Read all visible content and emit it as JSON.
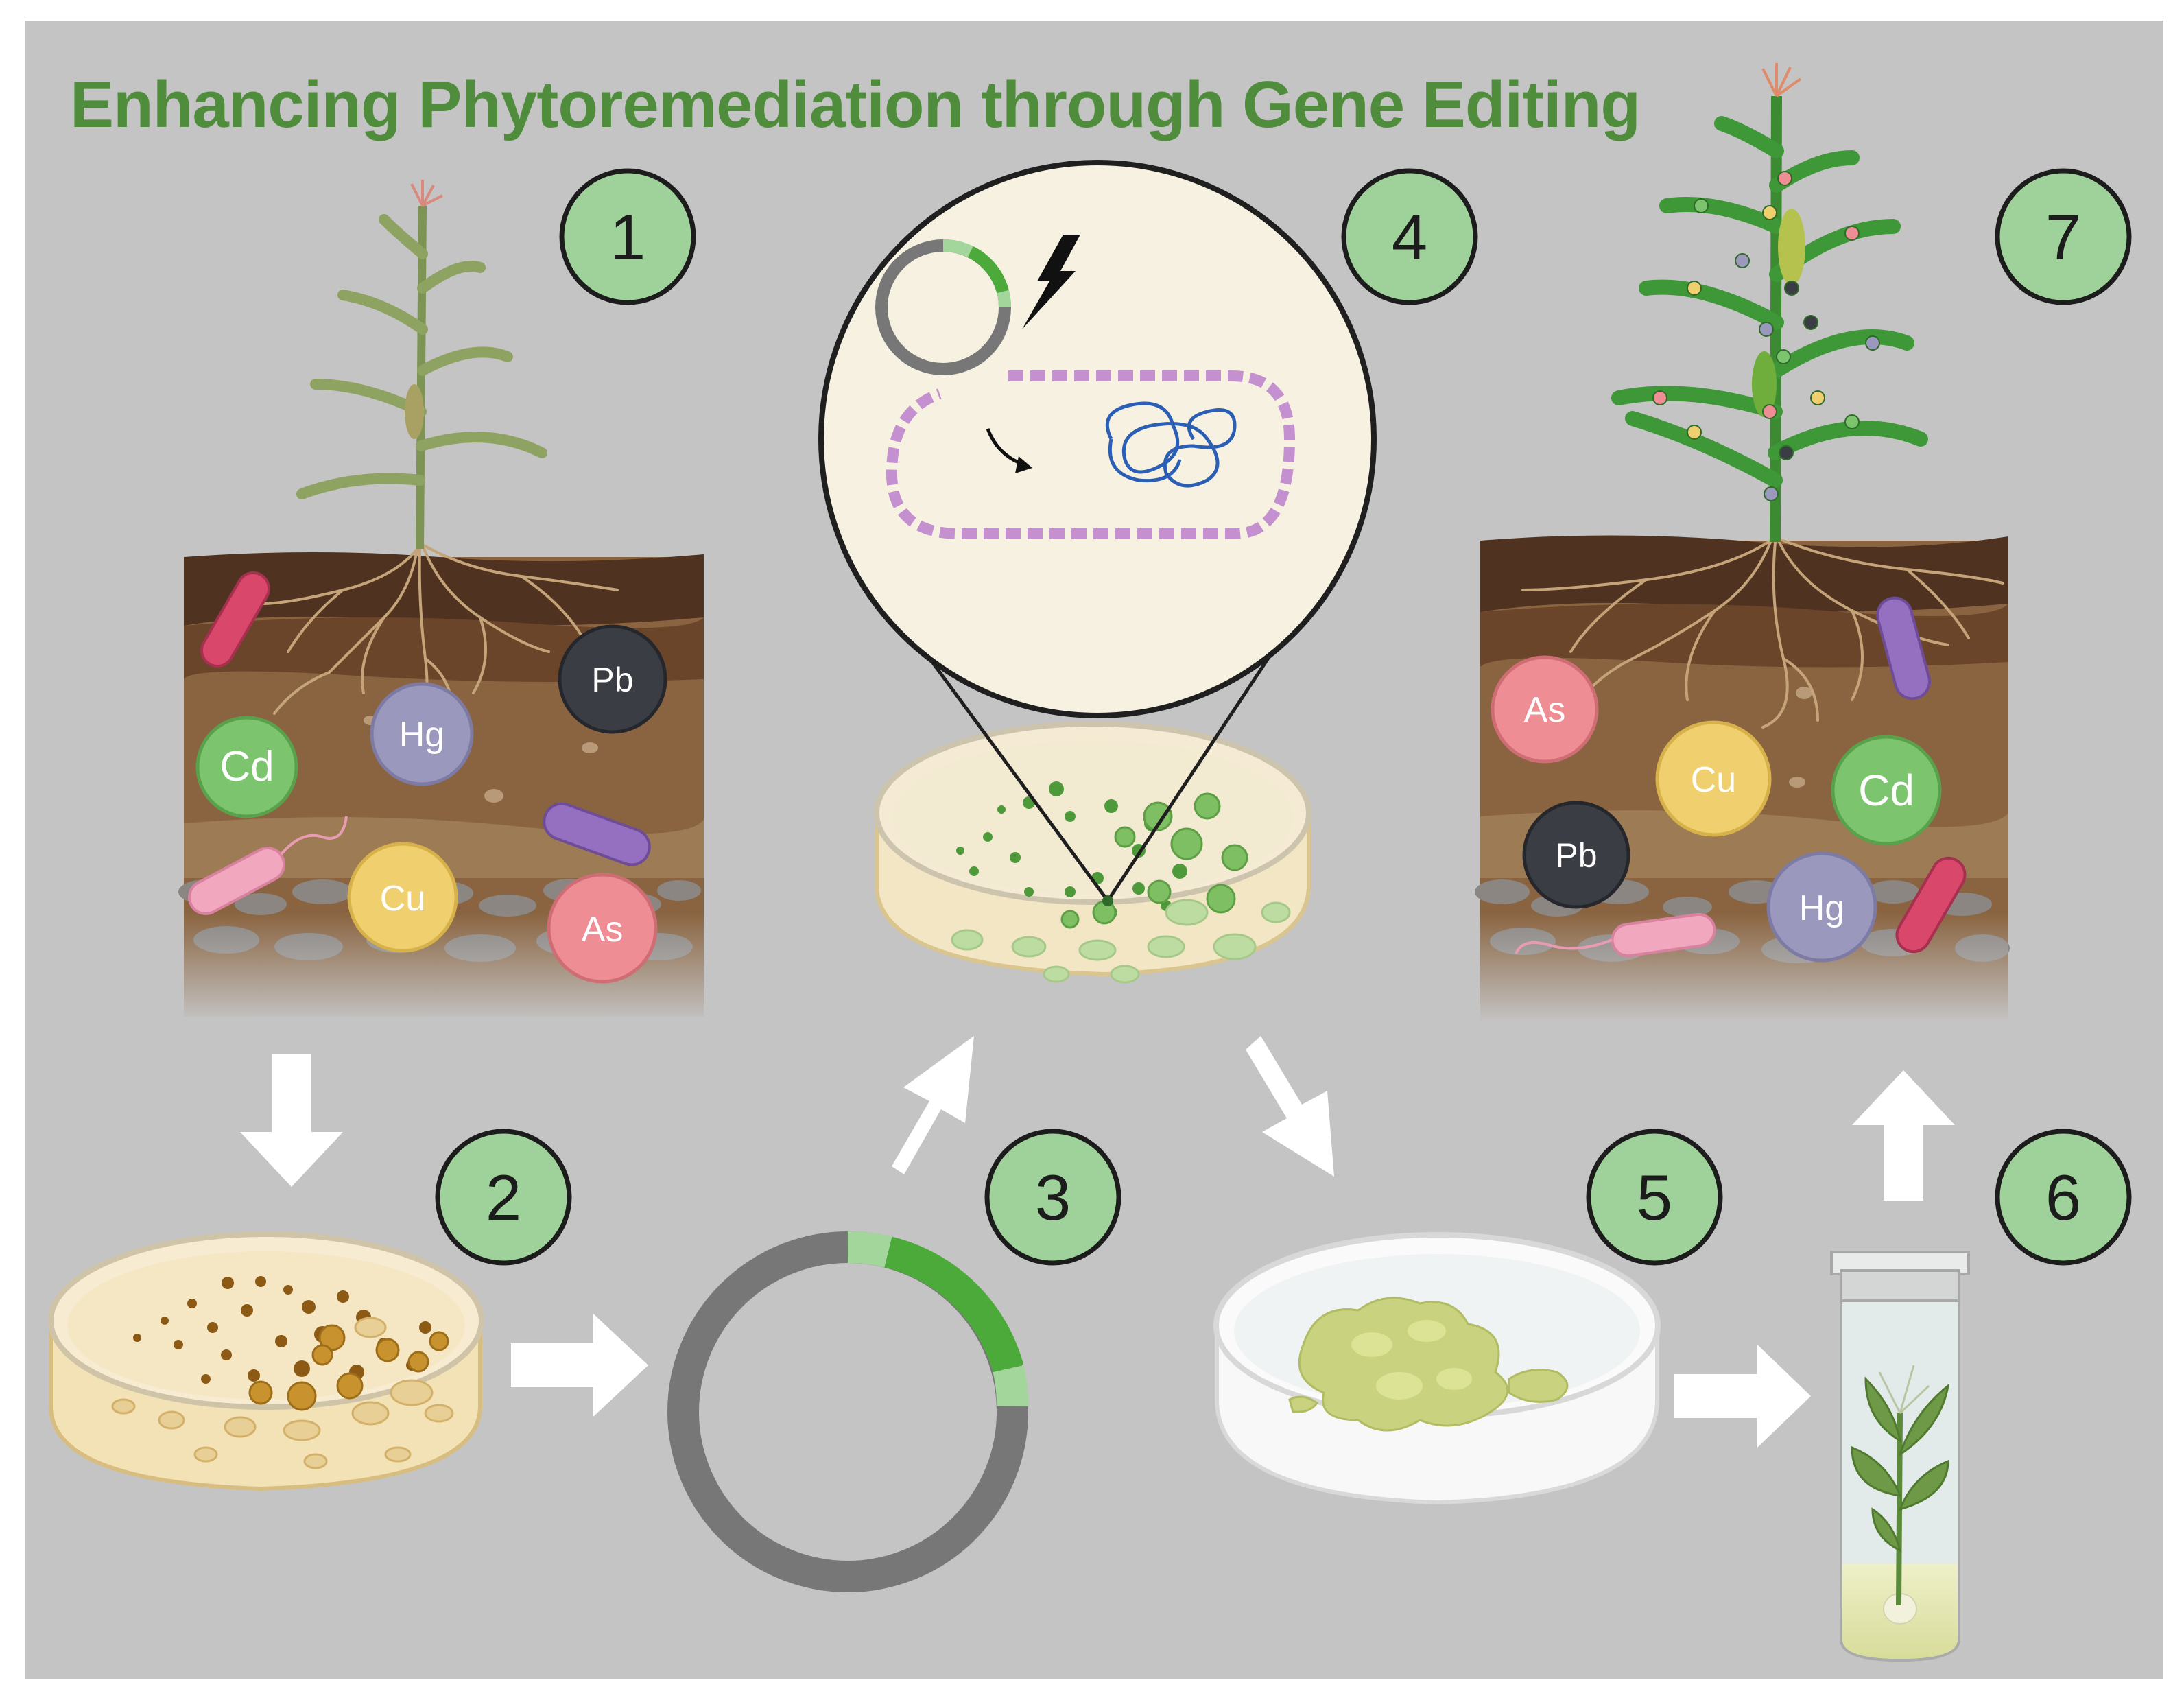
{
  "title": "Enhancing Phytoremediation through Gene Editing",
  "steps": [
    {
      "number": "1"
    },
    {
      "number": "2"
    },
    {
      "number": "3"
    },
    {
      "number": "4"
    },
    {
      "number": "5"
    },
    {
      "number": "6"
    },
    {
      "number": "7"
    }
  ],
  "soil_left": {
    "metals": [
      {
        "symbol": "Cd",
        "color": "#7cc56e"
      },
      {
        "symbol": "Hg",
        "color": "#9b98be"
      },
      {
        "symbol": "Pb",
        "color": "#3b3d44"
      },
      {
        "symbol": "Cu",
        "color": "#f0d06e"
      },
      {
        "symbol": "As",
        "color": "#ee8d93"
      }
    ]
  },
  "soil_right": {
    "metals": [
      {
        "symbol": "As",
        "color": "#ee8d93"
      },
      {
        "symbol": "Cu",
        "color": "#f0d06e"
      },
      {
        "symbol": "Cd",
        "color": "#7cc56e"
      },
      {
        "symbol": "Pb",
        "color": "#3b3d44"
      },
      {
        "symbol": "Hg",
        "color": "#9b98be"
      }
    ]
  },
  "colors": {
    "background": "#c4c4c4",
    "title": "#4f8d3d",
    "step_badge": "#9fd29a",
    "arrow": "#ffffff",
    "plasmid": "#777777",
    "plasmid_insert": "#4caa3a",
    "dna_strand": "#c490cf",
    "chromosome": "#2b5fb5"
  }
}
